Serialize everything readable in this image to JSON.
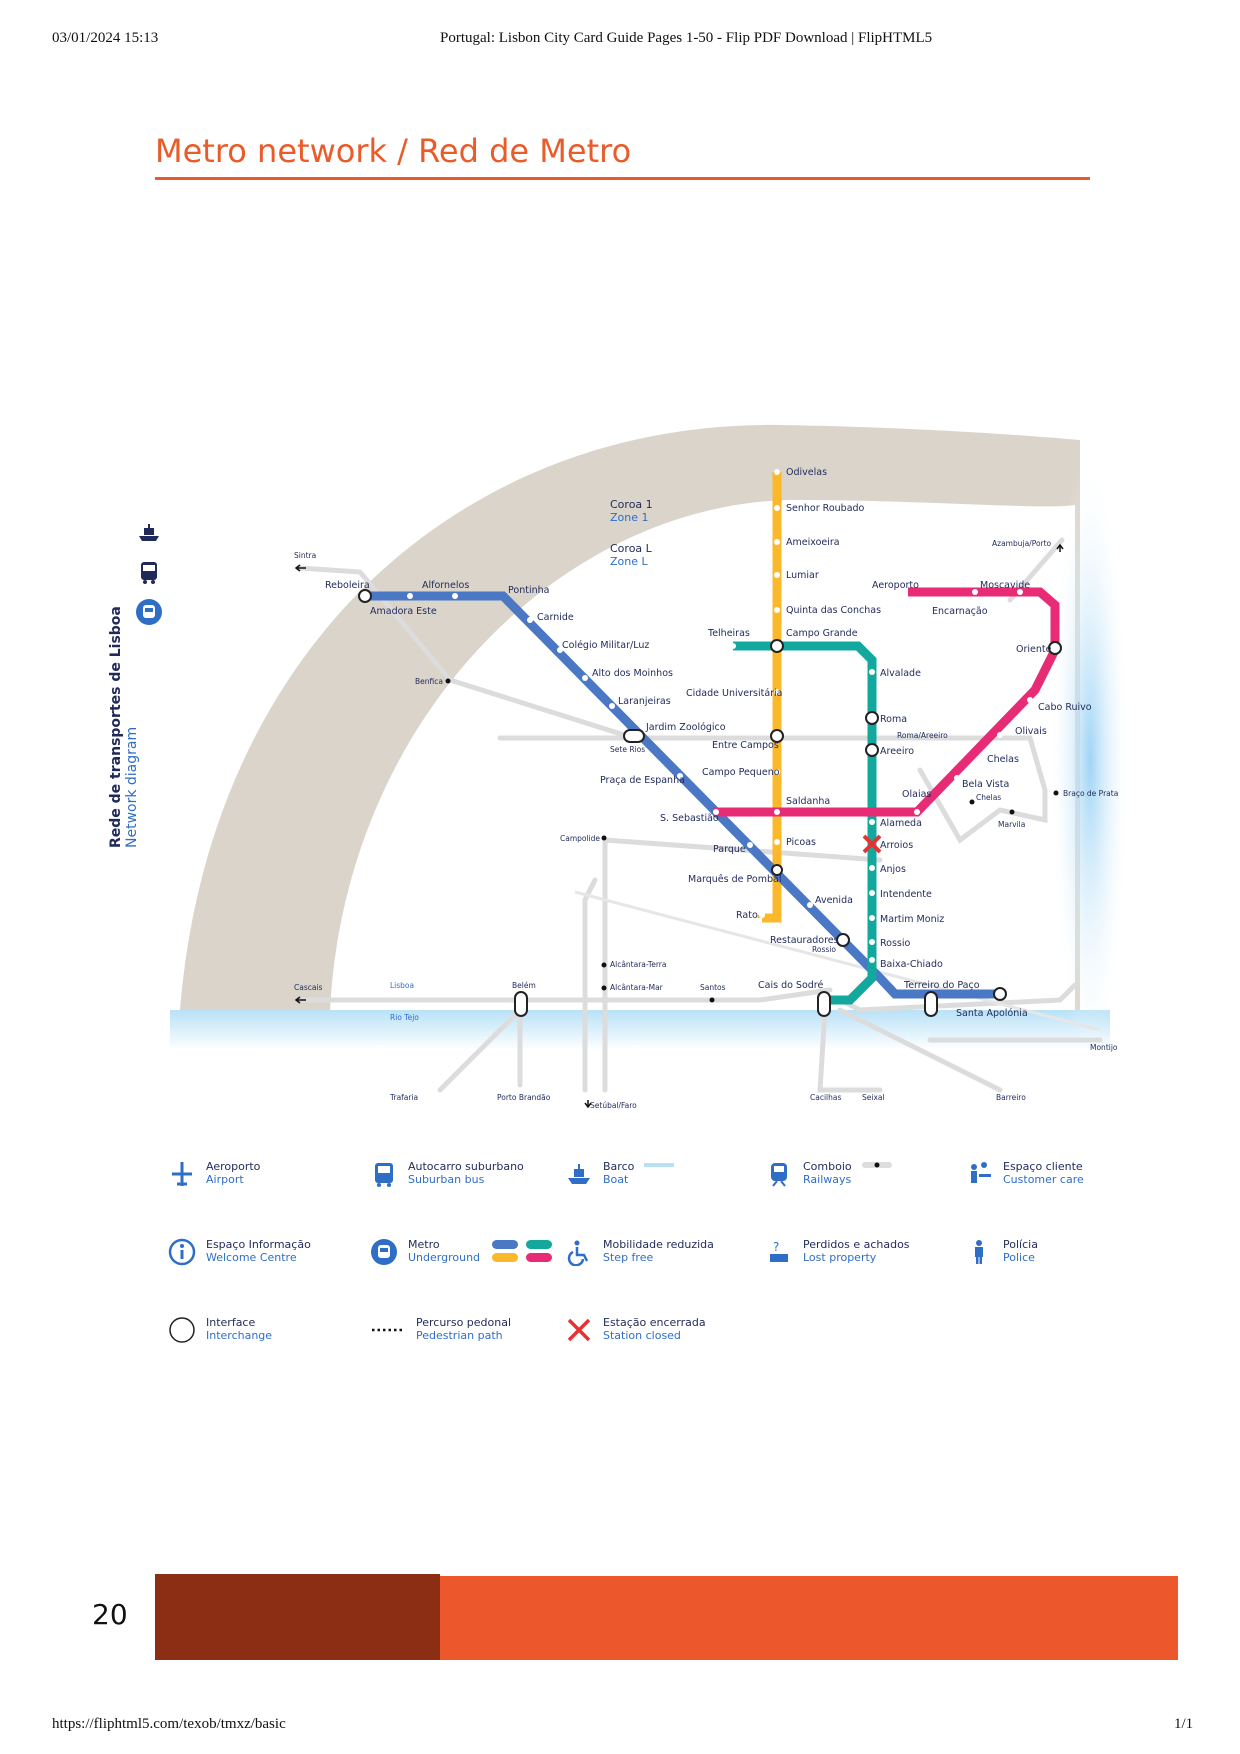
{
  "pdf": {
    "timestamp": "03/01/2024 15:13",
    "doc_title": "Portugal: Lisbon City Card Guide Pages 1-50 - Flip PDF Download | FlipHTML5",
    "url": "https://fliphtml5.com/texob/tmxz/basic",
    "page_count": "1/1"
  },
  "title": "Metro network / Red de Metro",
  "side_title": {
    "pt": "Rede de transportes de Lisboa",
    "en": "Network diagram"
  },
  "zones": {
    "zone1_pt": "Coroa 1",
    "zone1_en": "Zone 1",
    "zoneL_pt": "Coroa L",
    "zoneL_en": "Zone L"
  },
  "colors": {
    "yellow": "#fbb82b",
    "blue": "#4a78c5",
    "green": "#13a89e",
    "red": "#e72b74",
    "accent": "#ea5b2a",
    "rail": "#d9d9d9"
  },
  "yellow_stations": [
    "Odivelas",
    "Senhor Roubado",
    "Ameixoeira",
    "Lumiar",
    "Quinta das Conchas",
    "Campo Grande",
    "Cidade Universitária",
    "Entre Campos",
    "Campo Pequeno",
    "Saldanha",
    "Picoas",
    "Marquês de Pombal",
    "Rato"
  ],
  "blue_stations": [
    "Reboleira",
    "Amadora Este",
    "Alfornelos",
    "Pontinha",
    "Carnide",
    "Colégio Militar/Luz",
    "Alto dos Moinhos",
    "Laranjeiras",
    "Jardim Zoológico",
    "Praça de Espanha",
    "S. Sebastião",
    "Parque",
    "Avenida",
    "Restauradores",
    "Baixa-Chiado",
    "Terreiro do Paço",
    "Santa Apolónia"
  ],
  "green_stations": [
    "Telheiras",
    "Alvalade",
    "Roma",
    "Areeiro",
    "Alameda",
    "Arroios",
    "Anjos",
    "Intendente",
    "Martim Moniz",
    "Rossio",
    "Cais do Sodré"
  ],
  "red_stations": [
    "Aeroporto",
    "Encarnação",
    "Moscavide",
    "Oriente",
    "Cabo Ruivo",
    "Olivais",
    "Chelas",
    "Bela Vista",
    "Olaias"
  ],
  "rail_labels": [
    "Sintra",
    "Benfica",
    "Sete Rios",
    "Campolide",
    "Roma/Areeiro",
    "Chelas",
    "Marvila",
    "Braço de Prata",
    "Azambuja/Porto",
    "Cascais",
    "Lisboa",
    "Rio Tejo",
    "Belém",
    "Alcântara-Terra",
    "Alcântara-Mar",
    "Santos",
    "Rossio",
    "Montijo",
    "Trafaria",
    "Porto Brandão",
    "Setúbal/Faro",
    "Cacilhas",
    "Seixal",
    "Barreiro"
  ],
  "legend": [
    {
      "pt": "Aeroporto",
      "en": "Airport",
      "icon": "plane-icon"
    },
    {
      "pt": "Autocarro suburbano",
      "en": "Suburban bus",
      "icon": "bus-icon"
    },
    {
      "pt": "Barco",
      "en": "Boat",
      "icon": "boat-icon"
    },
    {
      "pt": "Comboio",
      "en": "Railways",
      "icon": "train-icon"
    },
    {
      "pt": "Espaço cliente",
      "en": "Customer care",
      "icon": "customer-care-icon"
    },
    {
      "pt": "Espaço Informação",
      "en": "Welcome Centre",
      "icon": "info-icon"
    },
    {
      "pt": "Metro",
      "en": "Underground",
      "icon": "metro-icon"
    },
    {
      "pt": "Mobilidade reduzida",
      "en": "Step free",
      "icon": "wheelchair-icon"
    },
    {
      "pt": "Perdidos e achados",
      "en": "Lost property",
      "icon": "lost-property-icon"
    },
    {
      "pt": "Polícia",
      "en": "Police",
      "icon": "police-icon"
    },
    {
      "pt": "Interface",
      "en": "Interchange",
      "icon": "interchange-icon"
    },
    {
      "pt": "Percurso pedonal",
      "en": "Pedestrian path",
      "icon": "pedestrian-path-icon"
    },
    {
      "pt": "Estação encerrada",
      "en": "Station closed",
      "icon": "station-closed-icon"
    }
  ],
  "page_number": "20"
}
